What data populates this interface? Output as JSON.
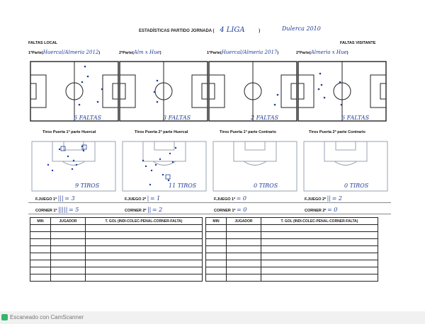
{
  "header": {
    "title": "ESTADÍSTICAS PARTIDO JORNADA (",
    "title_value": "4 LIGA",
    "title_close": ")",
    "team_note": "Dulerca 2010",
    "left_label": "FALTAS LOCAL",
    "right_label": "FALTAS VISITANTE"
  },
  "field_labels": [
    {
      "prefix": "1ªParte(",
      "hand": "Huercal/Almeria 2012",
      "suffix": ")"
    },
    {
      "prefix": "2ªParte(",
      "hand": "Alm  x  Hue",
      "suffix": ")"
    },
    {
      "prefix": "1ªParte(",
      "hand": "Huercal/Almeria 2017",
      "suffix": ")"
    },
    {
      "prefix": "2ªParte(",
      "hand": "Almeria x Hue",
      "suffix": ")"
    }
  ],
  "field_notes": [
    "6 FALTAS",
    "3 FALTAS",
    "2 FALTAS",
    "6 FALTAS"
  ],
  "shot_titles": [
    "Tiros Puerta 1ª parte Huercal",
    "Tiros Puerta 2ª parte Huercal",
    "Tiros Puerta 1ª parte Contrario",
    "Tiros Puerta 2ª parte Contrario"
  ],
  "shot_notes": [
    "9 TIROS",
    "11 TIROS",
    "0 TIROS",
    "0 TIROS"
  ],
  "summary": [
    {
      "label": "F.JUEGO 1º",
      "marks": "|||",
      "value": "= 3"
    },
    {
      "label": "F.JUEGO 2º",
      "marks": "|",
      "value": "= 1"
    },
    {
      "label": "F.JUEGO 1º",
      "marks": "",
      "value": "= 0"
    },
    {
      "label": "F.JUEGO 2º",
      "marks": "||",
      "value": "= 2"
    },
    {
      "label": "CORNER 1º",
      "marks": "|||||",
      "value": "= 5"
    },
    {
      "label": "CORNER 2º",
      "marks": "||",
      "value": "= 2"
    },
    {
      "label": "CORNER 1º",
      "marks": "",
      "value": "= 0"
    },
    {
      "label": "CORNER 2º",
      "marks": "",
      "value": "= 0"
    }
  ],
  "table": {
    "columns": [
      "MIN",
      "JUGADOR",
      "T. GOL (INDI-COLEC-PENAL-CORNER-FALTA)"
    ],
    "rows": 8
  },
  "footer": {
    "text": "Escaneado con CamScanner"
  },
  "colors": {
    "ink": "#222222",
    "pen": "#1f3d9a",
    "footer_bg": "#f1f1f1"
  }
}
